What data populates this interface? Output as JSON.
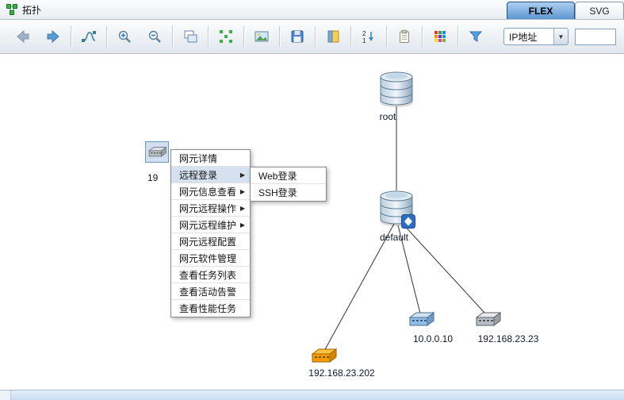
{
  "header": {
    "title": "拓扑",
    "tabs": [
      {
        "label": "FLEX",
        "active": true
      },
      {
        "label": "SVG",
        "active": false
      }
    ]
  },
  "toolbar": {
    "icons": [
      "back",
      "forward",
      "relayout",
      "zoom-in",
      "zoom-out",
      "cascade-windows",
      "fit-view",
      "export-image",
      "save",
      "notebook",
      "sort-number",
      "clipboard",
      "legend-colors",
      "filter"
    ],
    "combo_label": "IP地址",
    "combo_arrow": "▼",
    "search_value": ""
  },
  "topology": {
    "nodes": {
      "root": {
        "label": "root"
      },
      "default": {
        "label": "default"
      },
      "selected": {
        "label": "19"
      },
      "device1": {
        "label": "192.168.23.202"
      },
      "device2": {
        "label": "10.0.0.10"
      },
      "device3": {
        "label": "192.168.23.23"
      }
    }
  },
  "context_menu": {
    "arrow": "▶",
    "items": [
      {
        "label": "网元详情"
      },
      {
        "label": "远程登录",
        "has_submenu": true,
        "highlighted": true
      },
      {
        "label": "网元信息查看",
        "has_submenu": true
      },
      {
        "label": "网元远程操作",
        "has_submenu": true
      },
      {
        "label": "网元远程维护",
        "has_submenu": true
      },
      {
        "label": "网元远程配置"
      },
      {
        "label": "网元软件管理"
      },
      {
        "label": "查看任务列表"
      },
      {
        "label": "查看活动告警"
      },
      {
        "label": "查看性能任务"
      }
    ],
    "submenu": [
      {
        "label": "Web登录"
      },
      {
        "label": "SSH登录"
      }
    ]
  }
}
